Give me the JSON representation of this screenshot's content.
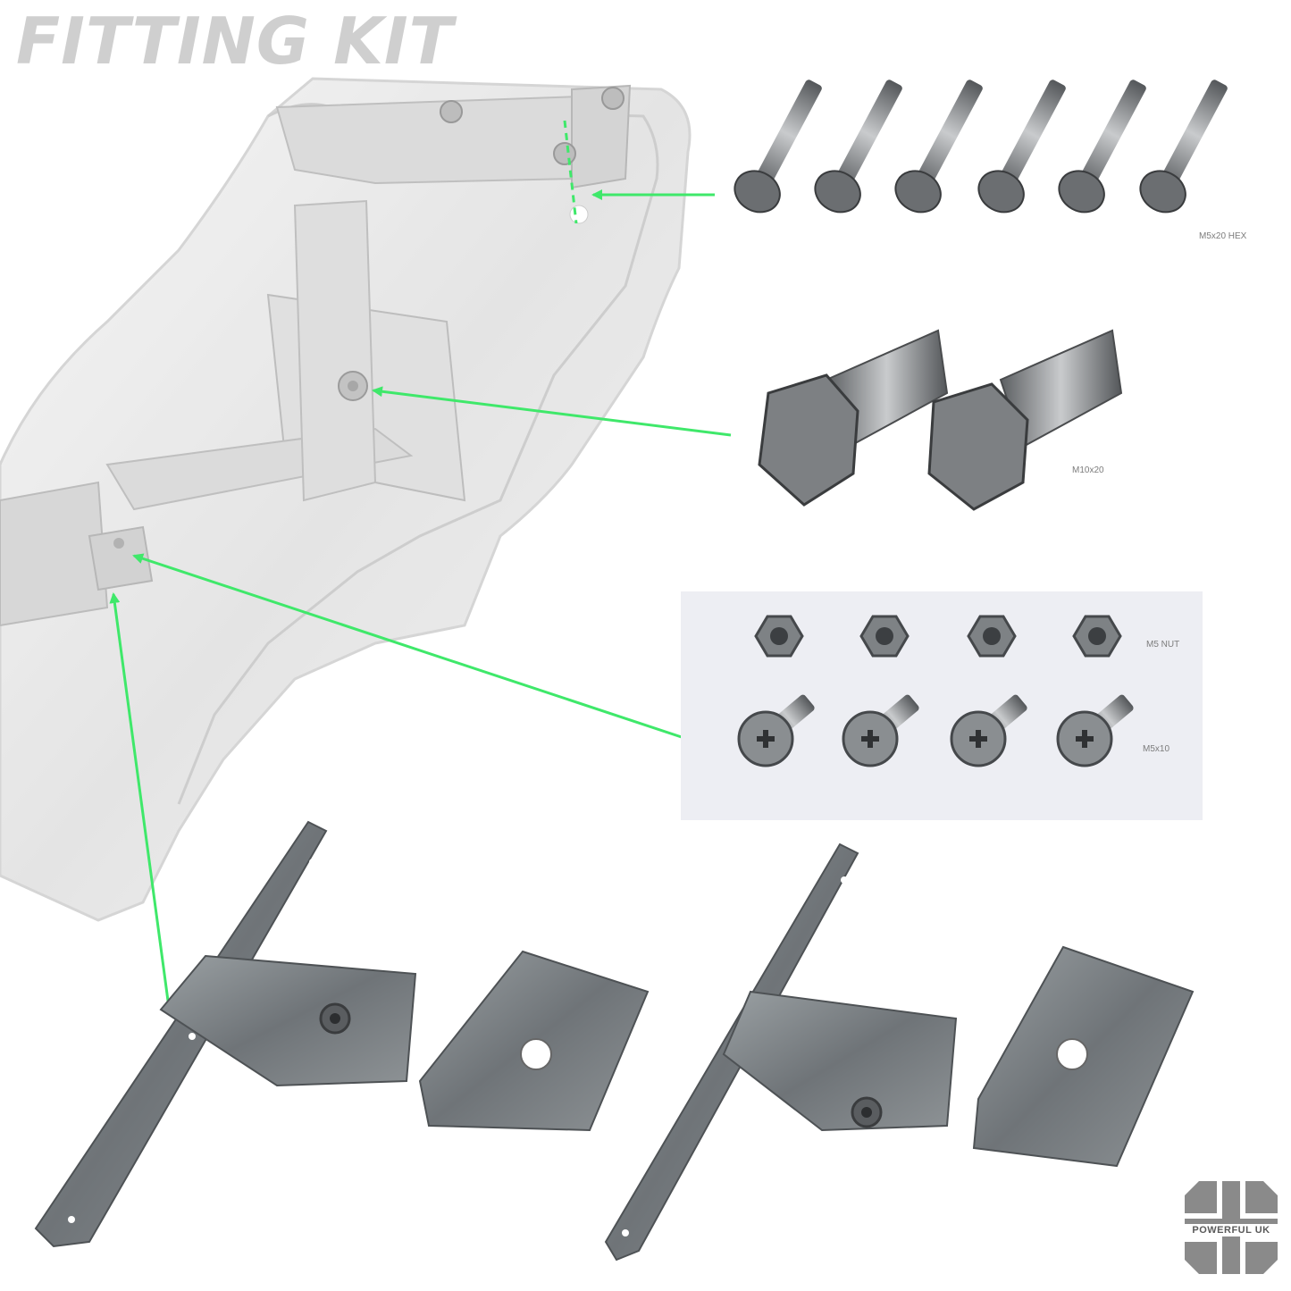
{
  "title": "FITTING KIT",
  "labels": {
    "cap_screws": "M5x20 HEX",
    "hex_bolts": "M10x20",
    "nuts": "M5 NUT",
    "flange_bolts": "M5x10"
  },
  "logo": {
    "text": "POWERFUL UK"
  },
  "colors": {
    "arrow": "#3fe86a",
    "title": "#cfcfcf",
    "steel": "#8a8d90",
    "panel": "#edeef3"
  }
}
